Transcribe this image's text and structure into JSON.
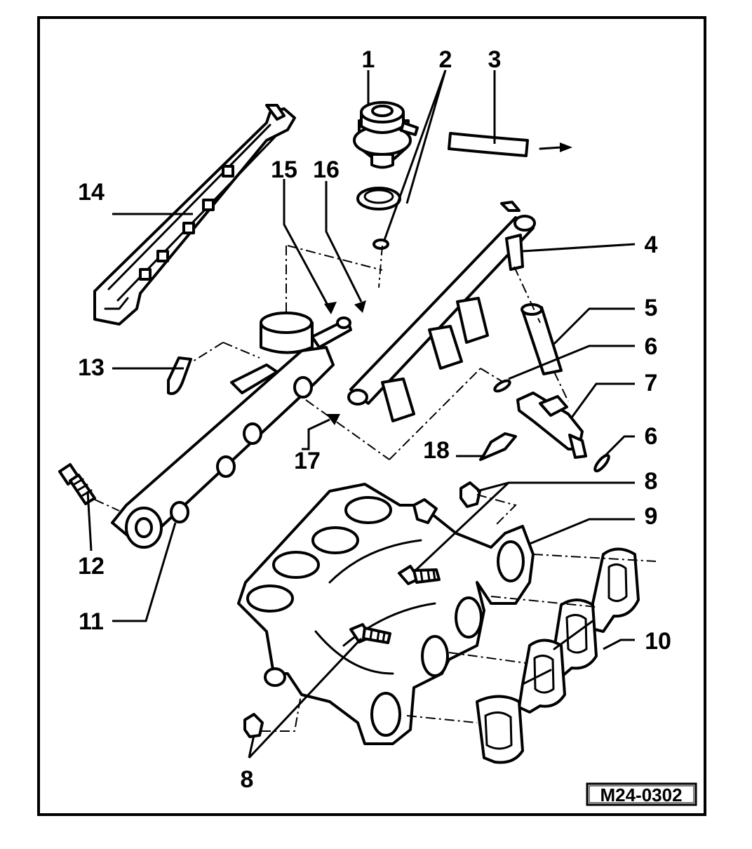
{
  "diagram": {
    "drawing_code": "M24-0302",
    "callouts": {
      "c1": "1",
      "c2": "2",
      "c3": "3",
      "c4": "4",
      "c5": "5",
      "c6a": "6",
      "c6b": "6",
      "c7": "7",
      "c8a": "8",
      "c8b": "8",
      "c9": "9",
      "c10": "10",
      "c11": "11",
      "c12": "12",
      "c13": "13",
      "c14": "14",
      "c15": "15",
      "c16": "16",
      "c17": "17",
      "c18": "18"
    }
  }
}
